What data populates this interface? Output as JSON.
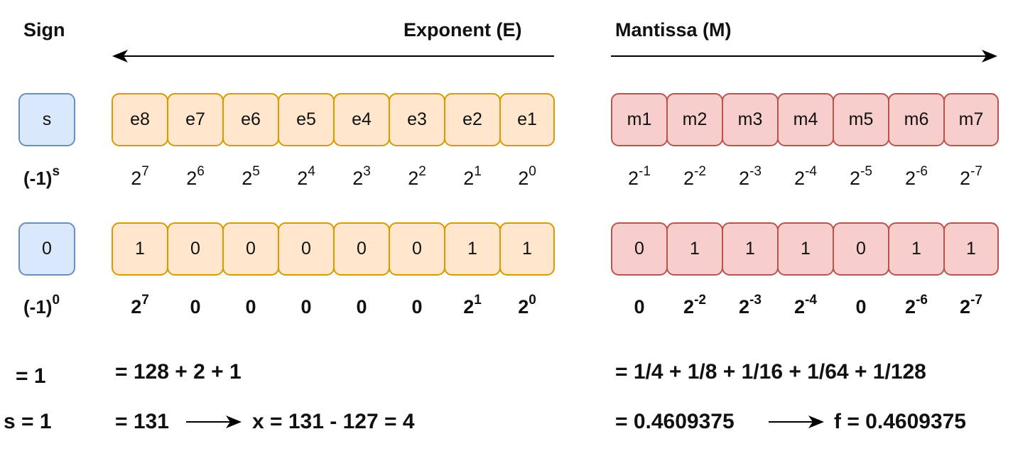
{
  "headers": {
    "sign": "Sign",
    "exponent": "Exponent (E)",
    "mantissa": "Mantissa (M)"
  },
  "sign": {
    "bit_label": "s",
    "weight_base": "(-1)",
    "weight_exp": "s",
    "bit_value": "0",
    "value_base": "(-1)",
    "value_exp": "0",
    "calc_line1": "= 1",
    "calc_line2": "s = 1"
  },
  "exponent": {
    "bit_labels": [
      "e8",
      "e7",
      "e6",
      "e5",
      "e4",
      "e3",
      "e2",
      "e1"
    ],
    "weights": [
      {
        "base": "2",
        "exp": "7"
      },
      {
        "base": "2",
        "exp": "6"
      },
      {
        "base": "2",
        "exp": "5"
      },
      {
        "base": "2",
        "exp": "4"
      },
      {
        "base": "2",
        "exp": "3"
      },
      {
        "base": "2",
        "exp": "2"
      },
      {
        "base": "2",
        "exp": "1"
      },
      {
        "base": "2",
        "exp": "0"
      }
    ],
    "bits": [
      "1",
      "0",
      "0",
      "0",
      "0",
      "0",
      "1",
      "1"
    ],
    "values": [
      {
        "base": "2",
        "exp": "7"
      },
      {
        "base": "0",
        "exp": ""
      },
      {
        "base": "0",
        "exp": ""
      },
      {
        "base": "0",
        "exp": ""
      },
      {
        "base": "0",
        "exp": ""
      },
      {
        "base": "0",
        "exp": ""
      },
      {
        "base": "2",
        "exp": "1"
      },
      {
        "base": "2",
        "exp": "0"
      }
    ],
    "calc_line1": "= 128 + 2 + 1",
    "calc_line2_left": "= 131",
    "calc_line2_right": "x = 131 - 127 = 4"
  },
  "mantissa": {
    "bit_labels": [
      "m1",
      "m2",
      "m3",
      "m4",
      "m5",
      "m6",
      "m7"
    ],
    "weights": [
      {
        "base": "2",
        "exp": "-1"
      },
      {
        "base": "2",
        "exp": "-2"
      },
      {
        "base": "2",
        "exp": "-3"
      },
      {
        "base": "2",
        "exp": "-4"
      },
      {
        "base": "2",
        "exp": "-5"
      },
      {
        "base": "2",
        "exp": "-6"
      },
      {
        "base": "2",
        "exp": "-7"
      }
    ],
    "bits": [
      "0",
      "1",
      "1",
      "1",
      "0",
      "1",
      "1"
    ],
    "values": [
      {
        "base": "0",
        "exp": ""
      },
      {
        "base": "2",
        "exp": "-2"
      },
      {
        "base": "2",
        "exp": "-3"
      },
      {
        "base": "2",
        "exp": "-4"
      },
      {
        "base": "0",
        "exp": ""
      },
      {
        "base": "2",
        "exp": "-6"
      },
      {
        "base": "2",
        "exp": "-7"
      }
    ],
    "calc_line1": "= 1/4 + 1/8 + 1/16 + 1/64 + 1/128",
    "calc_line2_left": "= 0.4609375",
    "calc_line2_right": "f = 0.4609375"
  },
  "colors": {
    "sign_fill": "#dae8fc",
    "sign_stroke": "#6c8ebf",
    "exponent_fill": "#ffe6cc",
    "exponent_stroke": "#d79b00",
    "mantissa_fill": "#f8cecc",
    "mantissa_stroke": "#b85450"
  }
}
